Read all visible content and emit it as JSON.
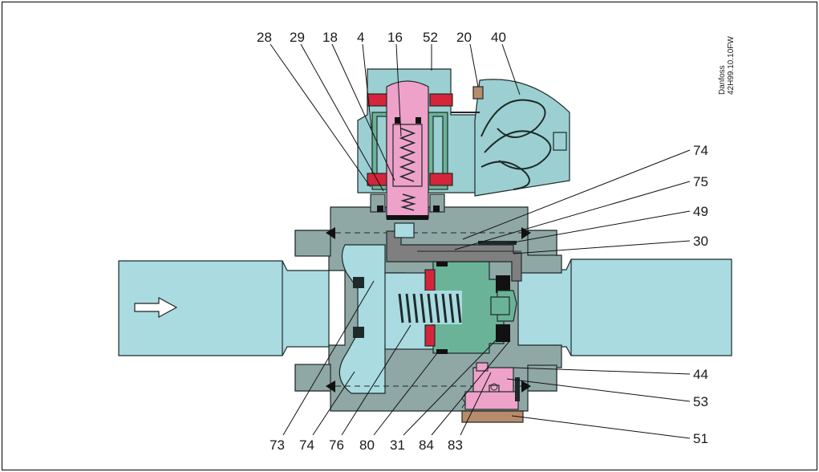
{
  "reference": {
    "line1": "Danfoss",
    "line2": "42H99.10.10FW"
  },
  "callouts": {
    "top": [
      "28",
      "29",
      "18",
      "4",
      "16",
      "52",
      "20",
      "40"
    ],
    "right": [
      "74",
      "75",
      "49",
      "30",
      "44",
      "53",
      "51"
    ],
    "bottom": [
      "73",
      "74",
      "76",
      "80",
      "31",
      "84",
      "83"
    ]
  },
  "colors": {
    "body": "#8fa7a5",
    "fluid": "#a9dbe1",
    "coil_housing": "#9ccfd1",
    "armature": "#efa2c9",
    "seal": "#d4253a",
    "green_part": "#6bb398",
    "cap": "#b88b6a",
    "pilot_grey": "#7f7f7f"
  }
}
